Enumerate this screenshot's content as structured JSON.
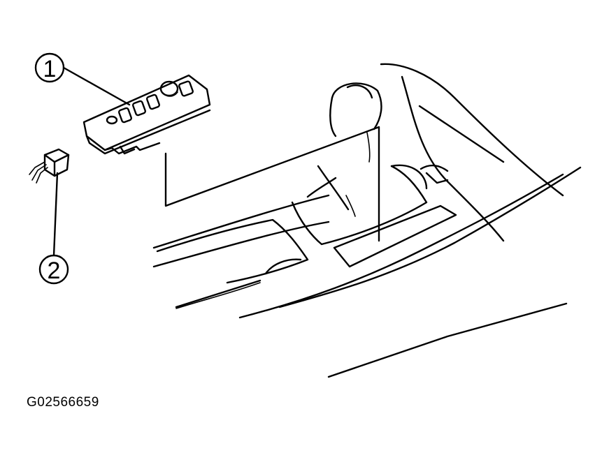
{
  "callouts": [
    {
      "number": "1",
      "part": "window switch"
    },
    {
      "number": "2",
      "part": "connector"
    }
  ],
  "figure_id": "G02566659"
}
